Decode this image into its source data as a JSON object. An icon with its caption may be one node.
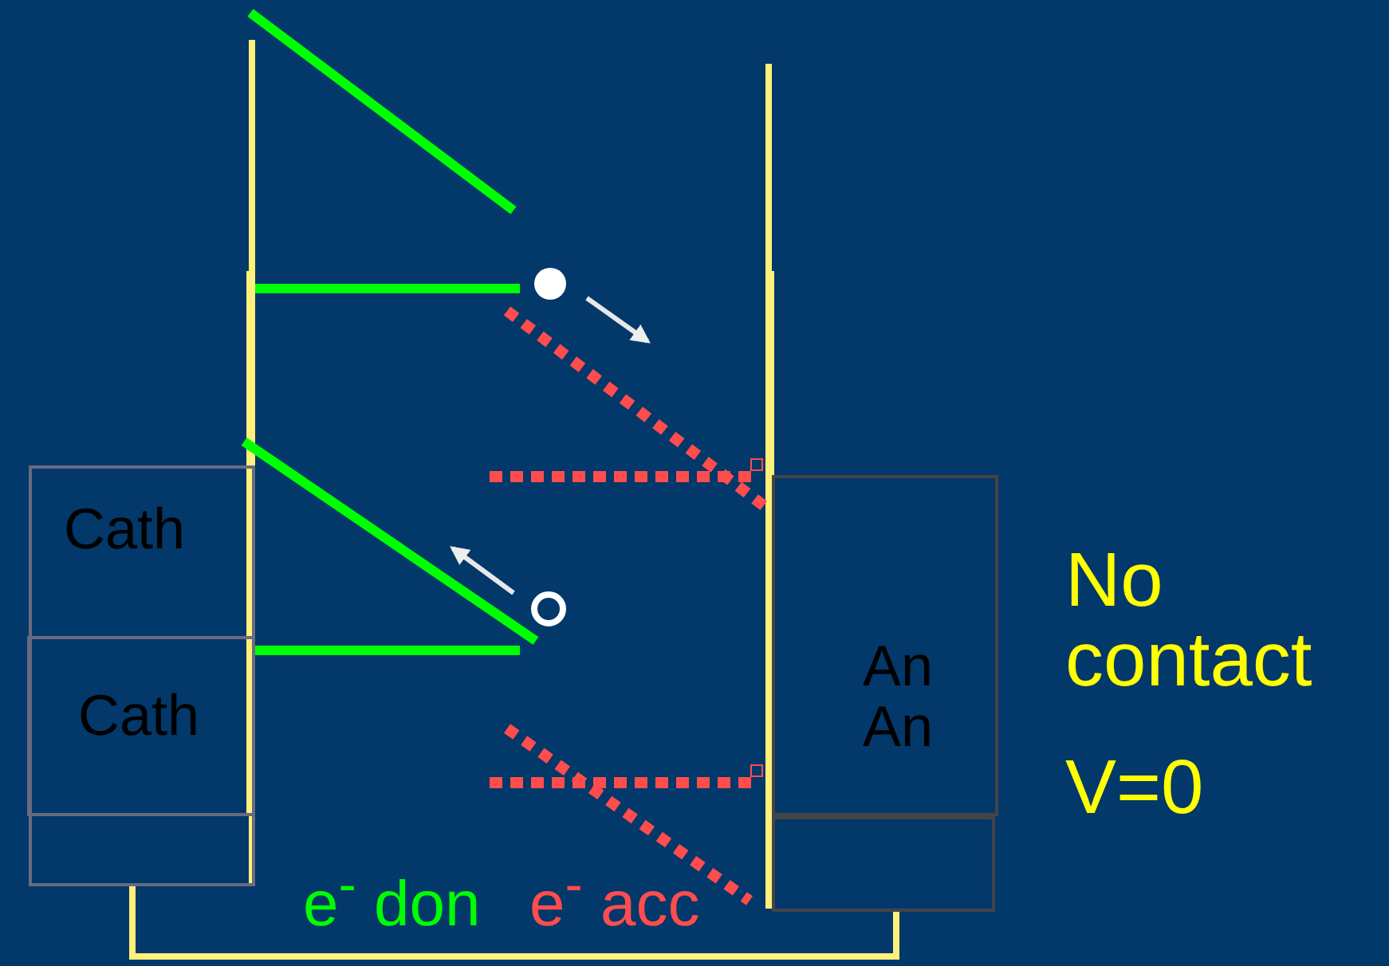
{
  "diagram": {
    "nodes": [
      {
        "text": [
          "Cath"
        ]
      },
      {
        "text": [
          "Cath"
        ],
        "in": 0
      },
      {
        "text": [
          "An",
          "An"
        ]
      },
      {
        "text": [],
        "shape": "box"
      }
    ],
    "edges": [
      {
        "from": 0,
        "to": 3,
        "arrow": "none"
      }
    ],
    "labels": [
      "No contact",
      "V=0",
      "e$^{-}$ don",
      "e$^{-}$ acc"
    ]
  }
}
